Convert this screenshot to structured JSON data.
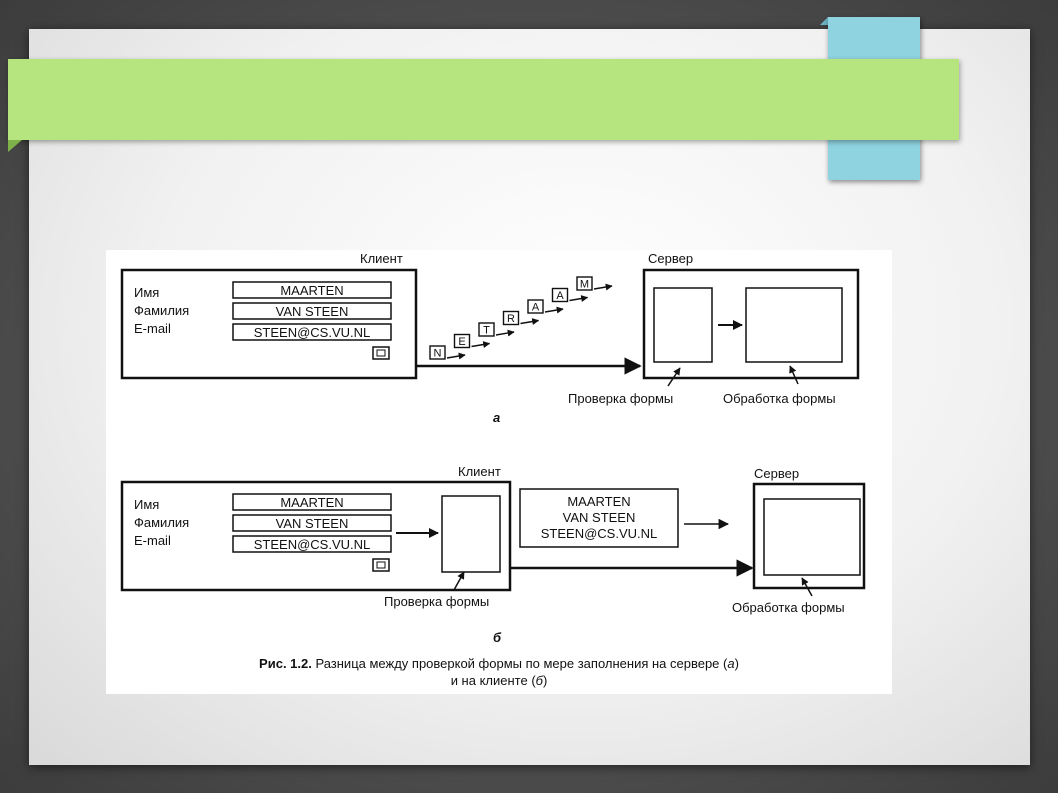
{
  "figure": {
    "panel_a": {
      "client_label": "Клиент",
      "server_label": "Сервер",
      "form": {
        "name_label": "Имя",
        "surname_label": "Фамилия",
        "email_label": "E-mail",
        "name_value": "MAARTEN",
        "surname_value": "VAN STEEN",
        "email_value": "STEEN@CS.VU.NL"
      },
      "letters": [
        "N",
        "E",
        "T",
        "R",
        "A",
        "A",
        "M"
      ],
      "check_label": "Проверка формы",
      "process_label": "Обработка формы",
      "sub_label": "а"
    },
    "panel_b": {
      "client_label": "Клиент",
      "server_label": "Сервер",
      "form": {
        "name_label": "Имя",
        "surname_label": "Фамилия",
        "email_label": "E-mail",
        "name_value": "MAARTEN",
        "surname_value": "VAN STEEN",
        "email_value": "STEEN@CS.VU.NL"
      },
      "message_lines": [
        "MAARTEN",
        "VAN STEEN",
        "STEEN@CS.VU.NL"
      ],
      "check_label": "Проверка формы",
      "process_label": "Обработка формы",
      "sub_label": "б"
    },
    "caption": {
      "prefix": "Рис. 1.2.",
      "line1_text": " Разница между проверкой формы по мере заполнения на сервере (",
      "line1_var": "а",
      "line1_end": ")",
      "line2_text": "и на клиенте (",
      "line2_var": "б",
      "line2_end": ")"
    }
  }
}
